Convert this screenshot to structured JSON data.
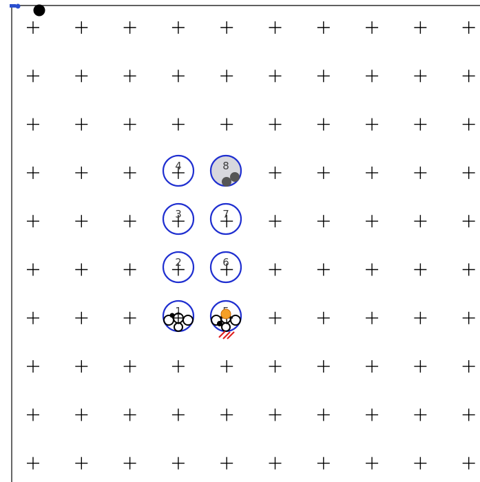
{
  "colors": {
    "background": "#ffffff",
    "grid_cross": "#000000",
    "pod_ring": "#1f2fd0",
    "pod_fill_highlight": "#d7d7dd",
    "marker_orange": "#f5a027",
    "hatch_red": "#e02020"
  },
  "grid": {
    "columns": 10,
    "rows": 10
  },
  "pods": [
    {
      "label": "1",
      "state": "occupied-by-pieces"
    },
    {
      "label": "2",
      "state": "empty"
    },
    {
      "label": "3",
      "state": "empty"
    },
    {
      "label": "4",
      "state": "empty"
    },
    {
      "label": "5",
      "state": "occupied-by-pieces-with-orange-marker"
    },
    {
      "label": "6",
      "state": "empty"
    },
    {
      "label": "7",
      "state": "empty"
    },
    {
      "label": "8",
      "state": "highlighted"
    }
  ],
  "icons": {
    "corner_marker": "blue-dots-icon",
    "agent": "black-dot-icon"
  }
}
